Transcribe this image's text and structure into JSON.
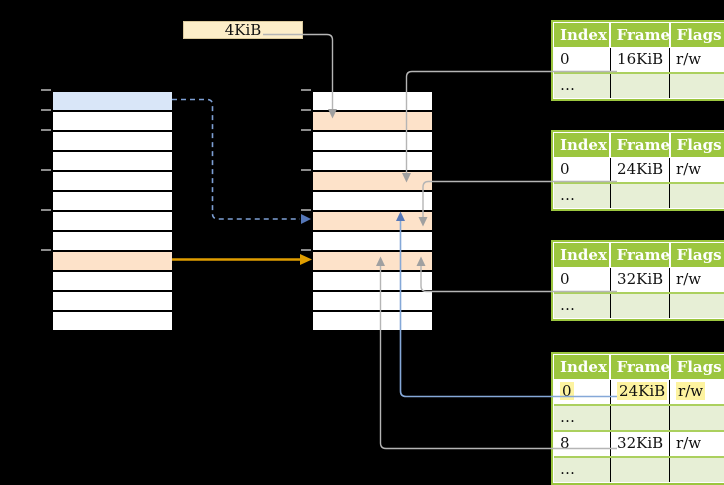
{
  "page_size_label": "4KiB",
  "virtual_memory_rows": [
    "blue",
    "white",
    "white",
    "white",
    "white",
    "white",
    "white",
    "white",
    "peach",
    "white",
    "white",
    "white"
  ],
  "physical_memory_rows": [
    "white",
    "peach",
    "white",
    "white",
    "peach",
    "white",
    "peach",
    "white",
    "peach",
    "white",
    "white",
    "white"
  ],
  "page_tables": [
    {
      "id": "level1-table-16k",
      "headers": [
        "Index",
        "Frame",
        "Flags"
      ],
      "rows": [
        {
          "cells": [
            "0",
            "16KiB",
            "r/w"
          ],
          "bg": "white",
          "highlight": false
        },
        {
          "cells": [
            "…",
            "",
            ""
          ],
          "bg": "green",
          "highlight": false
        }
      ]
    },
    {
      "id": "level1-table-24k",
      "headers": [
        "Index",
        "Frame",
        "Flags"
      ],
      "rows": [
        {
          "cells": [
            "0",
            "24KiB",
            "r/w"
          ],
          "bg": "white",
          "highlight": false
        },
        {
          "cells": [
            "…",
            "",
            ""
          ],
          "bg": "green",
          "highlight": false
        }
      ]
    },
    {
      "id": "level1-table-32k",
      "headers": [
        "Index",
        "Frame",
        "Flags"
      ],
      "rows": [
        {
          "cells": [
            "0",
            "32KiB",
            "r/w"
          ],
          "bg": "white",
          "highlight": false
        },
        {
          "cells": [
            "…",
            "",
            ""
          ],
          "bg": "green",
          "highlight": false
        }
      ]
    },
    {
      "id": "level2-table",
      "headers": [
        "Index",
        "Frame",
        "Flags"
      ],
      "rows": [
        {
          "cells": [
            "0",
            "24KiB",
            "r/w"
          ],
          "bg": "white",
          "highlight": true
        },
        {
          "cells": [
            "…",
            "",
            ""
          ],
          "bg": "green",
          "highlight": false
        },
        {
          "cells": [
            "8",
            "32KiB",
            "r/w"
          ],
          "bg": "white",
          "highlight": false
        },
        {
          "cells": [
            "…",
            "",
            ""
          ],
          "bg": "green",
          "highlight": false
        }
      ]
    }
  ],
  "colors": {
    "bg": "#000000",
    "peach": "#fde2c9",
    "blue_cell": "#d9e6f8",
    "cream": "#fcedc8",
    "green_header": "#9cc63f",
    "green_border": "#9cc63f",
    "row_green": "#e7efd6",
    "sep_green": "#abd05e",
    "highlight_yellow": "#fdf3a0",
    "gray_line": "#b5b5b5",
    "gray_head": "#a0a0a0",
    "blue_line": "#85a8d8",
    "blue_head": "#5577b8",
    "dashed_blue": "#7d9fd4",
    "orange": "#e09e00",
    "tick": "#8c8c8c"
  }
}
